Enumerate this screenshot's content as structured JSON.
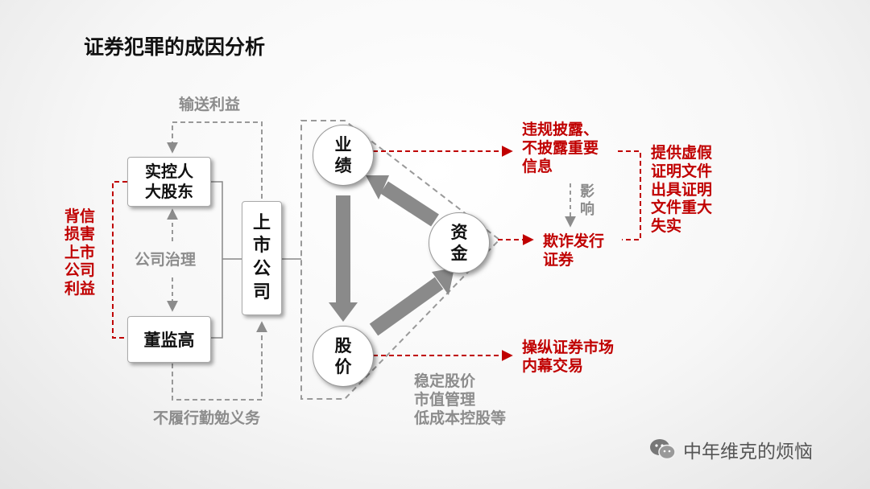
{
  "title": "证券犯罪的成因分析",
  "left": {
    "box_controller": "实控人\n大股东",
    "box_directors": "董监高",
    "box_company": "上\n市\n公\n司",
    "label_transfer": "输送利益",
    "label_governance": "公司治理",
    "label_duty": "不履行勤勉义务",
    "label_harm": "背信\n损害\n上市\n公司\n利益"
  },
  "triangle": {
    "node_performance": "业\n绩",
    "node_capital": "资\n金",
    "node_shares": "股\n价",
    "label_stabilize": "稳定股价\n市值管理\n低成本控股等"
  },
  "right": {
    "label_disclosure": "违规披露、\n不披露重要\n信息",
    "label_influence": "影\n响",
    "label_fraud_issue": "欺诈发行\n证券",
    "label_false_docs": "提供虚假\n证明文件\n出具证明\n文件重大\n失实",
    "label_manipulation": "操纵证券市场\n内幕交易"
  },
  "watermark": {
    "text": "中年维克的烦恼",
    "icon": "wechat-icon"
  },
  "colors": {
    "red": "#c00000",
    "gray": "#8c8c8c",
    "arrow_gray": "#8a8a8a"
  }
}
